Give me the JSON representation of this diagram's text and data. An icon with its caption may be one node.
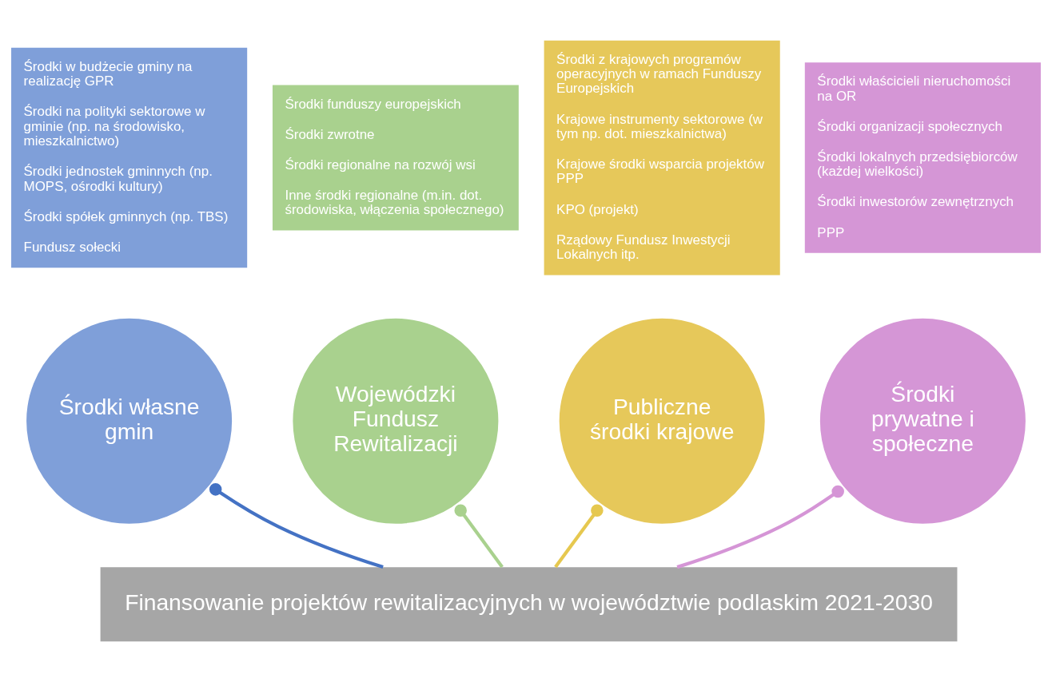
{
  "diagram": {
    "nodes": [
      {
        "text": [
          "Środki w budżecie gminy na realizację GPR",
          "Środki na polityki sektorowe w gminie (np. na środowisko, mieszkalnictwo)",
          "Środki jednostek gminnych (np. MOPS, ośrodki kultury)",
          "Środki spółek gminnych (np. TBS)",
          "Fundusz sołecki"
        ]
      },
      {
        "text": [
          "Środki własne gmin"
        ]
      },
      {
        "text": [
          "Środki funduszy europejskich",
          "Środki zwrotne",
          "Środki regionalne na rozwój wsi",
          "Inne środki regionalne (m.in. dot. środowiska, włączenia społecznego)"
        ]
      },
      {
        "text": [
          "Wojewódzki Fundusz Rewitalizacji"
        ]
      },
      {
        "text": [
          "Środki z krajowych programów operacyjnych w ramach Funduszy Europejskich",
          "Krajowe instrumenty sektorowe (w tym np. dot. mieszkalnictwa)",
          "Krajowe środki wsparcia projektów PPP",
          "KPO (projekt)",
          "Rządowy Fundusz Inwestycji Lokalnych itp."
        ]
      },
      {
        "text": [
          "Publiczne środki krajowe"
        ]
      },
      {
        "text": [
          "Środki właścicieli nieruchomości na OR",
          "Środki organizacji społecznych",
          "Środki lokalnych przedsiębiorców (każdej wielkości)",
          "Środki inwestorów zewnętrznych",
          "PPP"
        ]
      },
      {
        "text": [
          "Środki prywatne i społeczne"
        ]
      },
      {
        "text": [
          "Finansowanie projektów rewitalizacyjnych w województwie podlaskim 2021-2030"
        ]
      }
    ],
    "edges": [
      {
        "from": 1,
        "to": 8,
        "arrow": "other",
        "color": "#4472c4"
      },
      {
        "from": 3,
        "to": 8,
        "arrow": "other",
        "color": "#a9d18e"
      },
      {
        "from": 5,
        "to": 8,
        "arrow": "other",
        "color": "#e6c84f"
      },
      {
        "from": 7,
        "to": 8,
        "arrow": "other",
        "color": "#d595d6"
      }
    ]
  }
}
